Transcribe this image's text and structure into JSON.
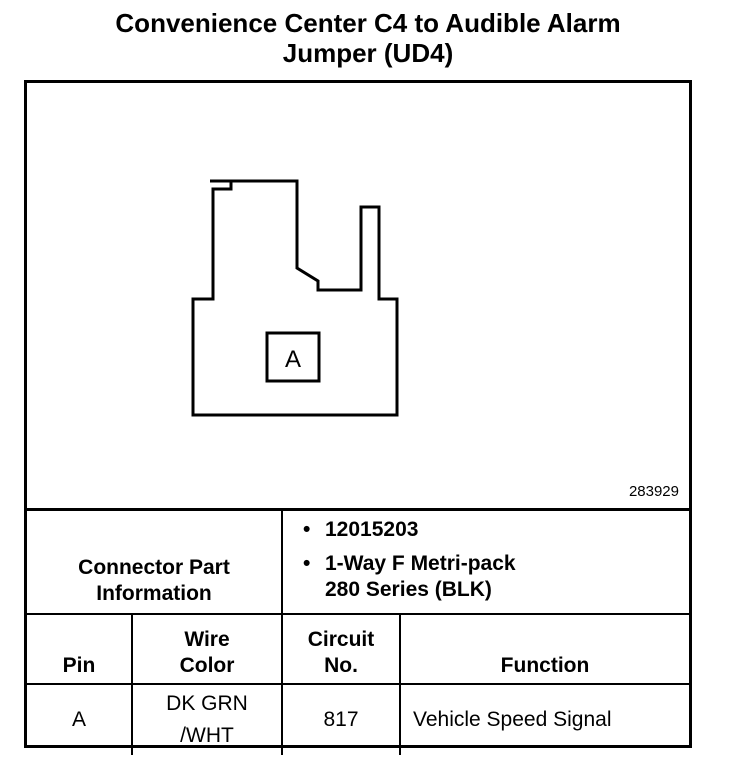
{
  "title_line1": "Convenience Center C4 to Audible Alarm",
  "title_line2": "Jumper (UD4)",
  "diagram": {
    "cavity_label": "A",
    "reference_number": "283929"
  },
  "connector": {
    "label_line1": "Connector Part",
    "label_line2": "Information",
    "part_number": "12015203",
    "description_line1": "1-Way F Metri-pack",
    "description_line2": "280 Series (BLK)"
  },
  "headers": {
    "pin": "Pin",
    "wire_color_line1": "Wire",
    "wire_color_line2": "Color",
    "circuit_line1": "Circuit",
    "circuit_line2": "No.",
    "function": "Function"
  },
  "rows": [
    {
      "pin": "A",
      "wire_color_line1": "DK GRN",
      "wire_color_line2": "/WHT",
      "circuit": "817",
      "function": "Vehicle Speed Signal"
    }
  ]
}
